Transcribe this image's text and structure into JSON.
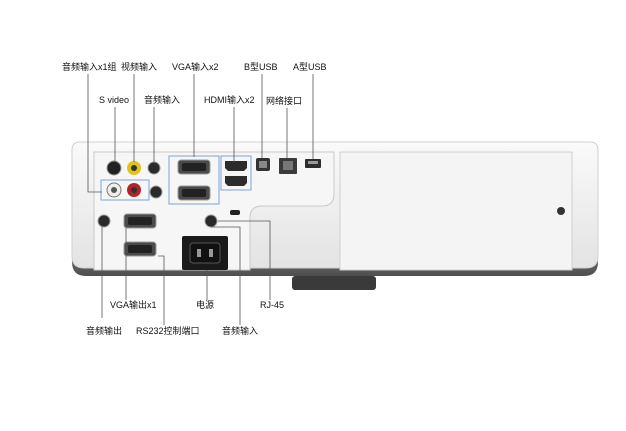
{
  "labels": {
    "audio_in_x1_group": "音频输入x1组",
    "video_in": "视频输入",
    "vga_in_x2": "VGA输入x2",
    "usb_b": "B型USB",
    "usb_a": "A型USB",
    "s_video": "S video",
    "audio_in_top": "音频输入",
    "hdmi_in_x2": "HDMI输入x2",
    "network": "网络接口",
    "vga_out_x1": "VGA输出x1",
    "power": "电源",
    "rj45": "RJ-45",
    "audio_out": "音频输出",
    "rs232": "RS232控制端口",
    "audio_in_bottom": "音频输入"
  },
  "colors": {
    "body": "#f1f1f1",
    "body_dark": "#6c6c6c",
    "leader_line": "#555555",
    "highlight_box": "#7aa7d8",
    "composite_yellow": "#e3c21a",
    "audio_red": "#b3242a"
  }
}
